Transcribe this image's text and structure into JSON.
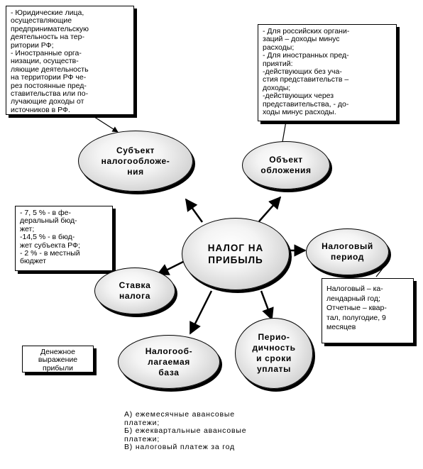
{
  "center": {
    "label": "НАЛОГ НА\nПРИБЫЛЬ"
  },
  "nodes": {
    "subject": "Субъект\nналогообложе-\nния",
    "object": "Объект\nобложения",
    "period": "Налоговый\nпериод",
    "rate": "Ставка\nналога",
    "base": "Налогооб-\nлагаемая\nбаза",
    "payment": "Перио-\nдичность\nи сроки\nуплаты"
  },
  "notes": {
    "subject": "- Юридические лица,\nосуществляющие\nпредпринимательскую\nдеятельность на тер-\nритории РФ;\n- Иностранные орга-\nнизации, осуществ-\nляющие деятельность\nна территории РФ че-\nрез постоянные пред-\nставительства или по-\nлучающие доходы от\nисточников в РФ.",
    "object": "- Для российских органи-\nзаций – доходы минус\nрасходы;\n- Для иностранных пред-\nприятий:\n  -действующих без уча-\nстия представительств –\nдоходы;\n  -действующих через\nпредставительства, - до-\nходы минус расходы.",
    "rate": "- 7, 5 % - в фе-\nдеральный бюд-\nжет;\n-14,5 % - в бюд-\nжет субъекта РФ;\n- 2 % - в местный\nбюджет",
    "period": "Налоговый –  ка-\nлендарный год;\nОтчетные – квар-\nтал, полугодие, 9\nмесяцев",
    "base": "Денежное\nвыражение\nприбыли"
  },
  "footnote": "А)  ежемесячные  авансовые\nплатежи;\nБ) ежеквартальные авансовые\nплатежи;\nВ) налоговый платеж за год"
}
